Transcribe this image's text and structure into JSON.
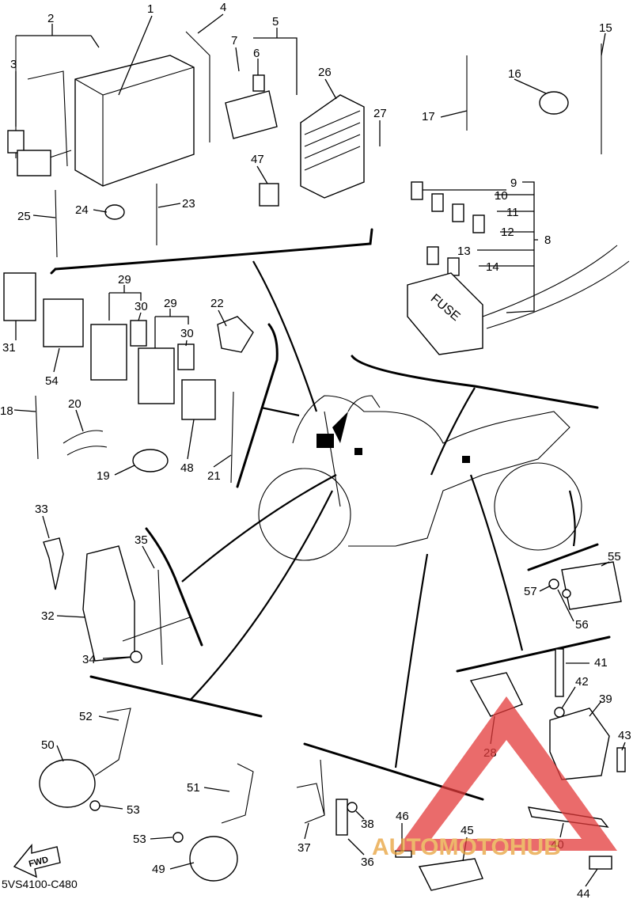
{
  "diagram": {
    "code": "5VS4100-C480",
    "fwd_label": "FWD",
    "fuse_label": "FUSE",
    "watermark": "AUTOMOTOHUB",
    "callouts": [
      {
        "id": "1",
        "text": "1"
      },
      {
        "id": "2",
        "text": "2"
      },
      {
        "id": "3",
        "text": "3"
      },
      {
        "id": "4",
        "text": "4"
      },
      {
        "id": "5",
        "text": "5"
      },
      {
        "id": "6",
        "text": "6"
      },
      {
        "id": "7",
        "text": "7"
      },
      {
        "id": "8",
        "text": "8"
      },
      {
        "id": "9",
        "text": "9"
      },
      {
        "id": "10",
        "text": "10"
      },
      {
        "id": "11",
        "text": "11"
      },
      {
        "id": "12",
        "text": "12"
      },
      {
        "id": "13",
        "text": "13"
      },
      {
        "id": "14",
        "text": "14"
      },
      {
        "id": "15",
        "text": "15"
      },
      {
        "id": "16",
        "text": "16"
      },
      {
        "id": "17",
        "text": "17"
      },
      {
        "id": "18",
        "text": "18"
      },
      {
        "id": "19",
        "text": "19"
      },
      {
        "id": "20",
        "text": "20"
      },
      {
        "id": "21",
        "text": "21"
      },
      {
        "id": "22",
        "text": "22"
      },
      {
        "id": "23",
        "text": "23"
      },
      {
        "id": "24",
        "text": "24"
      },
      {
        "id": "25",
        "text": "25"
      },
      {
        "id": "26",
        "text": "26"
      },
      {
        "id": "27",
        "text": "27"
      },
      {
        "id": "28",
        "text": "28"
      },
      {
        "id": "29a",
        "text": "29"
      },
      {
        "id": "29b",
        "text": "29"
      },
      {
        "id": "30a",
        "text": "30"
      },
      {
        "id": "30b",
        "text": "30"
      },
      {
        "id": "31",
        "text": "31"
      },
      {
        "id": "32",
        "text": "32"
      },
      {
        "id": "33",
        "text": "33"
      },
      {
        "id": "34",
        "text": "34"
      },
      {
        "id": "35",
        "text": "35"
      },
      {
        "id": "36",
        "text": "36"
      },
      {
        "id": "37",
        "text": "37"
      },
      {
        "id": "38",
        "text": "38"
      },
      {
        "id": "39",
        "text": "39"
      },
      {
        "id": "40",
        "text": "40"
      },
      {
        "id": "41",
        "text": "41"
      },
      {
        "id": "42",
        "text": "42"
      },
      {
        "id": "43",
        "text": "43"
      },
      {
        "id": "44",
        "text": "44"
      },
      {
        "id": "45",
        "text": "45"
      },
      {
        "id": "46",
        "text": "46"
      },
      {
        "id": "47",
        "text": "47"
      },
      {
        "id": "48",
        "text": "48"
      },
      {
        "id": "49",
        "text": "49"
      },
      {
        "id": "50",
        "text": "50"
      },
      {
        "id": "51",
        "text": "51"
      },
      {
        "id": "52",
        "text": "52"
      },
      {
        "id": "53a",
        "text": "53"
      },
      {
        "id": "53b",
        "text": "53"
      },
      {
        "id": "54",
        "text": "54"
      },
      {
        "id": "55",
        "text": "55"
      },
      {
        "id": "56",
        "text": "56"
      },
      {
        "id": "57",
        "text": "57"
      }
    ]
  },
  "colors": {
    "ink": "#000000",
    "paper": "#ffffff",
    "watermark": "#e33a3a"
  }
}
